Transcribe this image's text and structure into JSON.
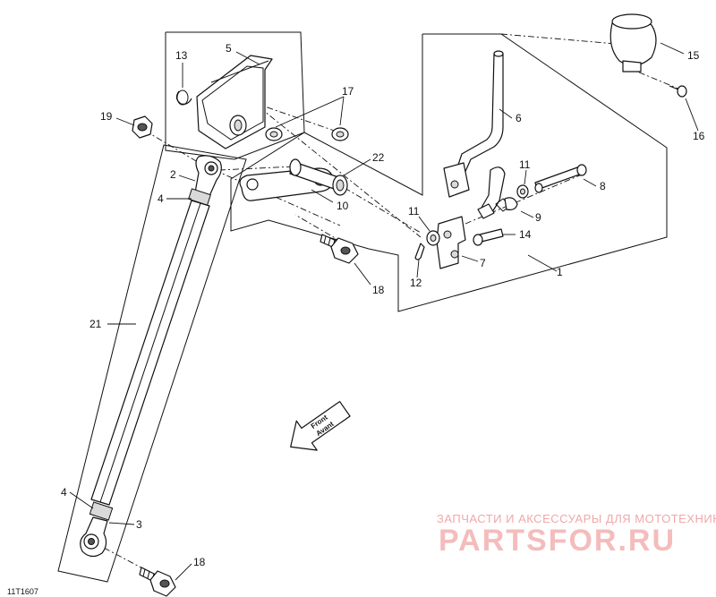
{
  "diagram_code": "11T1607",
  "direction_arrow": {
    "line1": "Front",
    "line2": "Avant"
  },
  "watermark": {
    "line1": "ЗАПЧАСТИ И АКСЕССУАРЫ ДЛЯ МОТОТЕХНИКИ",
    "logo": "PARTSFOR.RU"
  },
  "callouts": {
    "c1": "1",
    "c2": "2",
    "c3": "3",
    "c4a": "4",
    "c4b": "4",
    "c5": "5",
    "c6": "6",
    "c7": "7",
    "c8": "8",
    "c9": "9",
    "c10": "10",
    "c11a": "11",
    "c11b": "11",
    "c12": "12",
    "c13": "13",
    "c14": "14",
    "c15": "15",
    "c16": "16",
    "c17": "17",
    "c18a": "18",
    "c18b": "18",
    "c19": "19",
    "c21": "21",
    "c22": "22"
  }
}
